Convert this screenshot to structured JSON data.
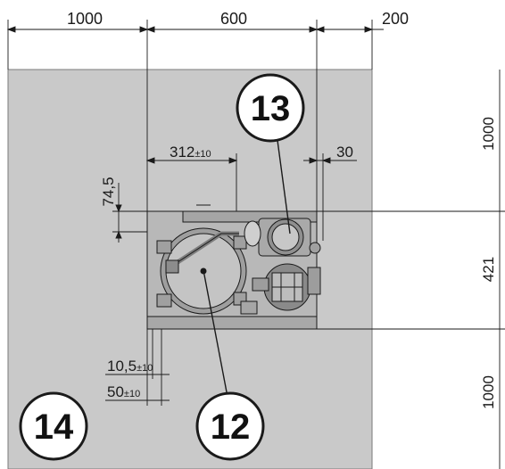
{
  "dimensions": {
    "top": [
      "1000",
      "600",
      "200"
    ],
    "right": [
      "1000",
      "421",
      "1000"
    ],
    "offset_312": "312",
    "offset_312_tol": "±10",
    "offset_30": "30",
    "offset_74_5": "74,5",
    "offset_10_5": "10,5",
    "offset_10_5_tol": "±10",
    "offset_50": "50",
    "offset_50_tol": "±10"
  },
  "callouts": [
    "13",
    "12",
    "14"
  ],
  "colors": {
    "clearance_area": "#c9c9c9",
    "unit_body": "#b5b5b5",
    "line": "#1a1a1a"
  }
}
